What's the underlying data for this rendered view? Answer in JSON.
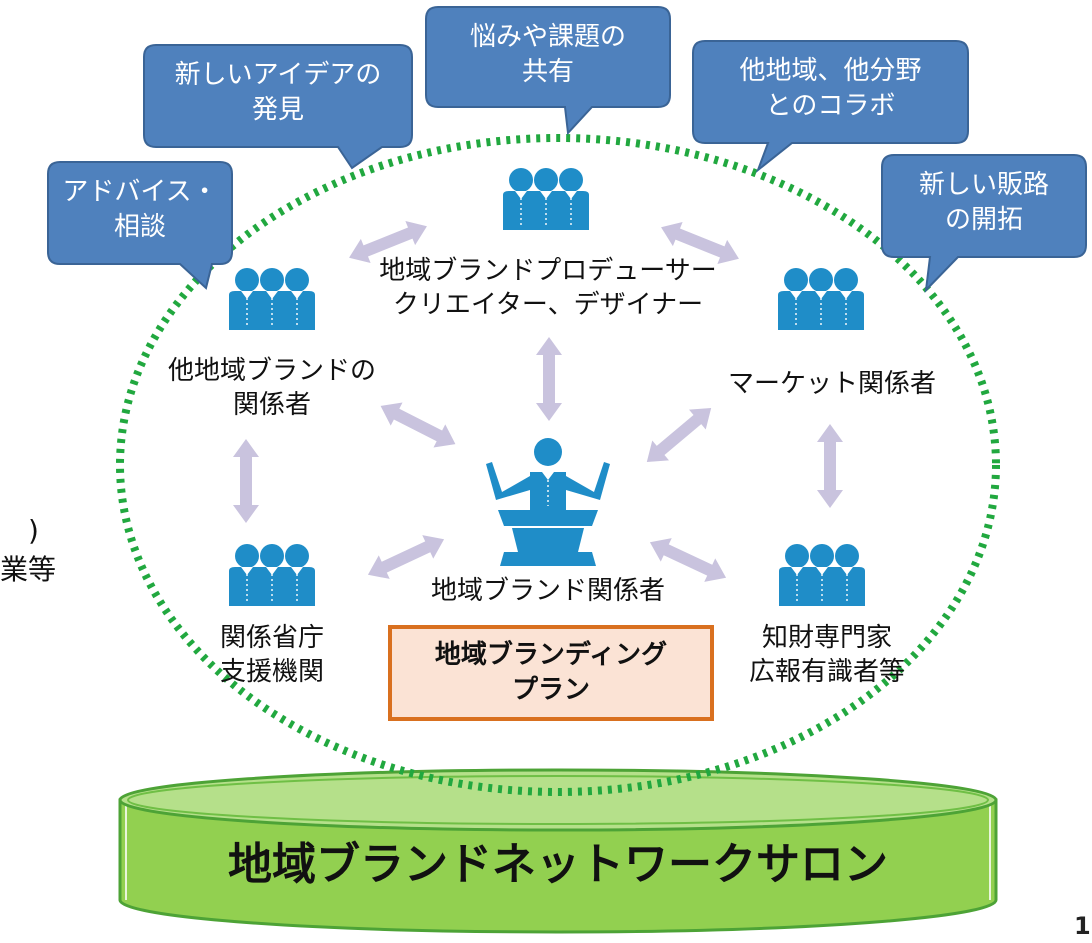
{
  "bubbles": {
    "advice": [
      "アドバイス・",
      "相談"
    ],
    "new_idea": [
      "新しいアイデアの",
      "発見"
    ],
    "share": [
      "悩みや課題の",
      "共有"
    ],
    "collab": [
      "他地域、他分野",
      "とのコラボ"
    ],
    "new_channel": [
      "新しい販路",
      "の開拓"
    ]
  },
  "groups": {
    "producer": [
      "地域ブランドプロデューサー",
      "クリエイター、デザイナー"
    ],
    "other_brand": [
      "他地域ブランドの",
      "関係者"
    ],
    "market": "マーケット関係者",
    "local": "地域ブランド関係者",
    "ministry": [
      "関係省庁",
      "支援機関"
    ],
    "ip": [
      "知財専門家",
      "広報有識者等"
    ]
  },
  "plan": [
    "地域ブランディング",
    "プラン"
  ],
  "salon": "地域ブランドネットワークサロン",
  "left_partial": [
    ")",
    "業等"
  ],
  "page_number": "1",
  "colors": {
    "bubble": "#4F81BD",
    "bubble_stroke": "#3A6496",
    "people": "#1F8DC8",
    "arrow": "#C9C3DE",
    "dotted_ellipse": "#21A83F",
    "plan_border": "#D9701F",
    "plan_fill": "#FBE3D5",
    "salon_fill": "#92D050",
    "salon_stroke": "#4DA336"
  }
}
